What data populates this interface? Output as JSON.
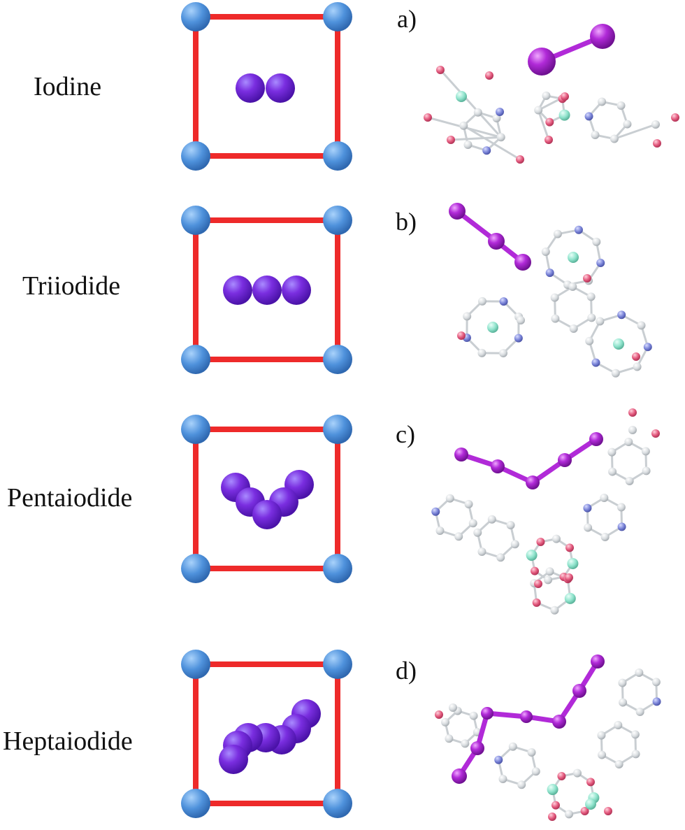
{
  "colors": {
    "cage_edge": "#ee2a2a",
    "cage_node": "#4f92dc",
    "iodine": "#7a2ee0",
    "iodine_chain": "#b12ad8",
    "framework_bond": "#cfd4d8",
    "oxygen": "#e45a7e",
    "nitrogen": "#7a84d8",
    "metal": "#8fe3cc"
  },
  "rows": [
    {
      "label": "Iodine",
      "panel": "a)",
      "iodine_count": 2
    },
    {
      "label": "Triiodide",
      "panel": "b)",
      "iodine_count": 3
    },
    {
      "label": "Pentaiodide",
      "panel": "c)",
      "iodine_count": 5
    },
    {
      "label": "Heptaiodide",
      "panel": "d)",
      "iodine_count": 7
    }
  ]
}
